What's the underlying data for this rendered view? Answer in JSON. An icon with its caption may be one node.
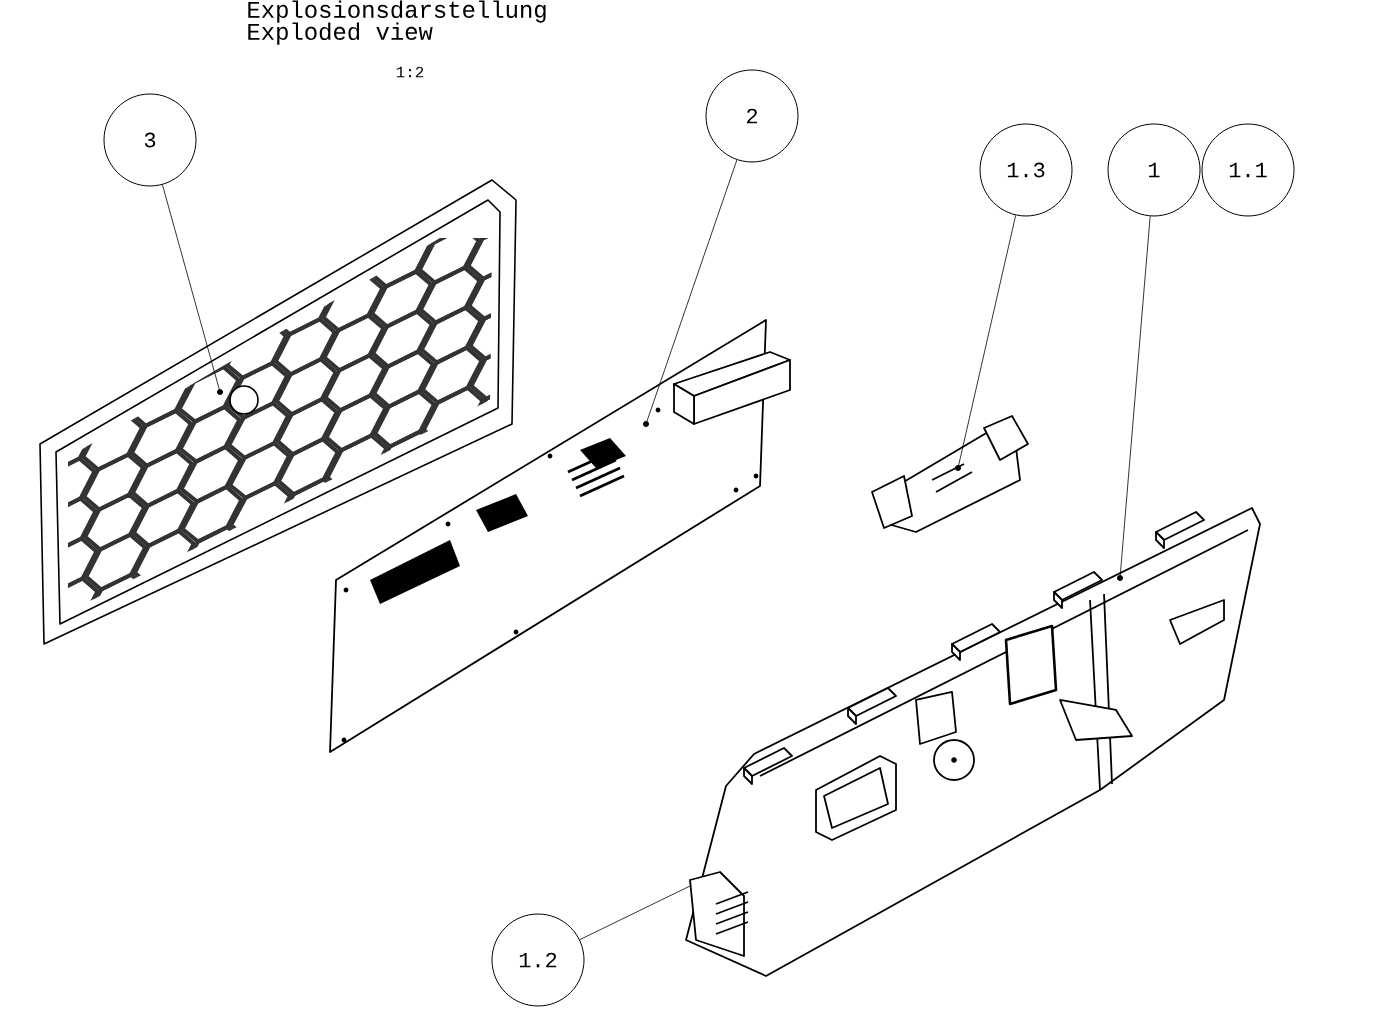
{
  "diagram": {
    "title": "Explosionsdarstellung",
    "nodes": [
      {
        "text": [
          "3"
        ]
      },
      {
        "text": [
          "2"
        ]
      },
      {
        "text": [
          "1.3"
        ]
      },
      {
        "text": [
          "1"
        ]
      },
      {
        "text": [
          "1.1"
        ]
      },
      {
        "text": [
          "1.2"
        ]
      },
      {
        "text": [],
        "shape": "picture"
      },
      {
        "text": [],
        "shape": "picture"
      },
      {
        "text": [],
        "shape": "picture"
      },
      {
        "text": [],
        "shape": "picture"
      }
    ],
    "edges": [
      {
        "from": 0,
        "to": 6,
        "arrow": "none"
      },
      {
        "from": 1,
        "to": 7,
        "arrow": "none"
      },
      {
        "from": 2,
        "to": 8,
        "arrow": "none"
      },
      {
        "from": 3,
        "to": 9,
        "arrow": "none"
      },
      {
        "from": 5,
        "to": 9,
        "arrow": "none"
      }
    ],
    "labels": [
      "Exploded view",
      "1:2"
    ]
  }
}
